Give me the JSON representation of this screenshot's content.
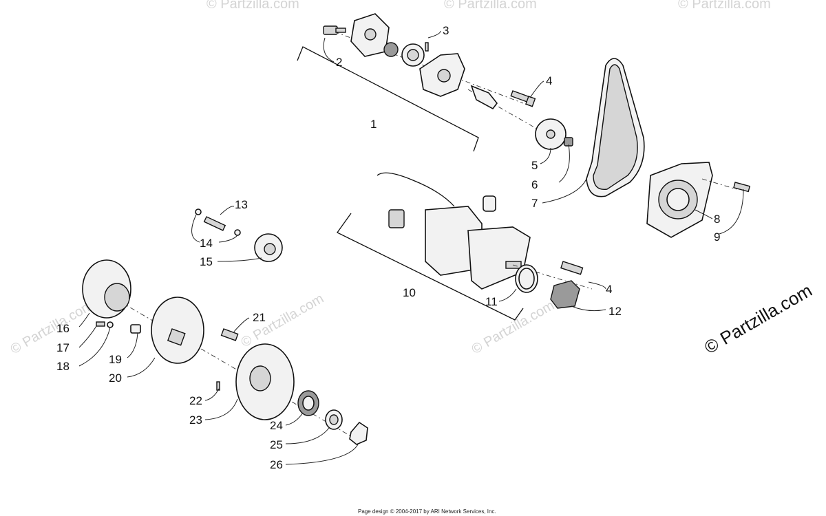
{
  "callouts": [
    "1",
    "2",
    "3",
    "4",
    "4",
    "5",
    "6",
    "7",
    "8",
    "9",
    "10",
    "11",
    "12",
    "13",
    "14",
    "14",
    "15",
    "16",
    "17",
    "18",
    "19",
    "20",
    "21",
    "22",
    "23",
    "24",
    "25",
    "26"
  ],
  "watermark": {
    "brand_large": "© Partzilla.com",
    "brand_faint": "© Partzilla.com"
  },
  "footer": {
    "text": "Page design © 2004-2017 by ARI Network Services, Inc."
  }
}
